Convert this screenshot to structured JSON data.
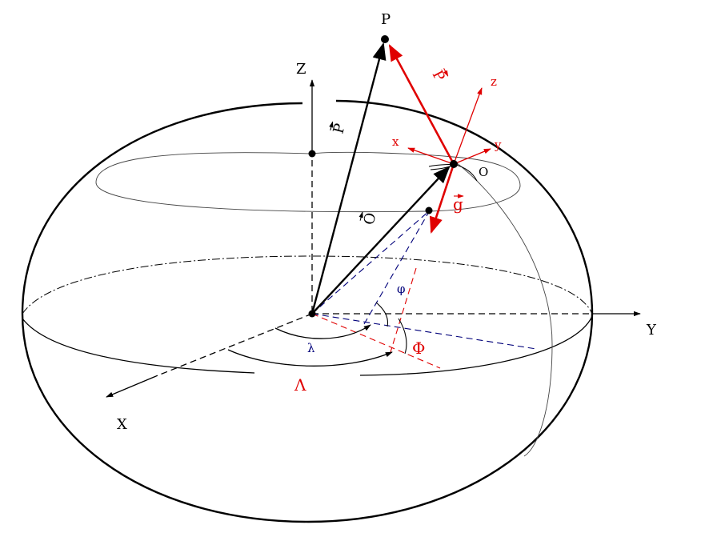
{
  "colors": {
    "black": "#000000",
    "red": "#e00000",
    "blue": "#00007a",
    "gray": "#555555"
  },
  "labels": {
    "P": "P",
    "Z": "Z",
    "Y": "Y",
    "X": "X",
    "O": "O",
    "vecP_global": "P",
    "vecO": "O",
    "vecP_local": "P",
    "vec_g": "g",
    "local_x": "x",
    "local_y": "y",
    "local_z": "z",
    "lambda": "λ",
    "phi": "φ",
    "Lambda": "Λ",
    "Phi": "Φ"
  }
}
